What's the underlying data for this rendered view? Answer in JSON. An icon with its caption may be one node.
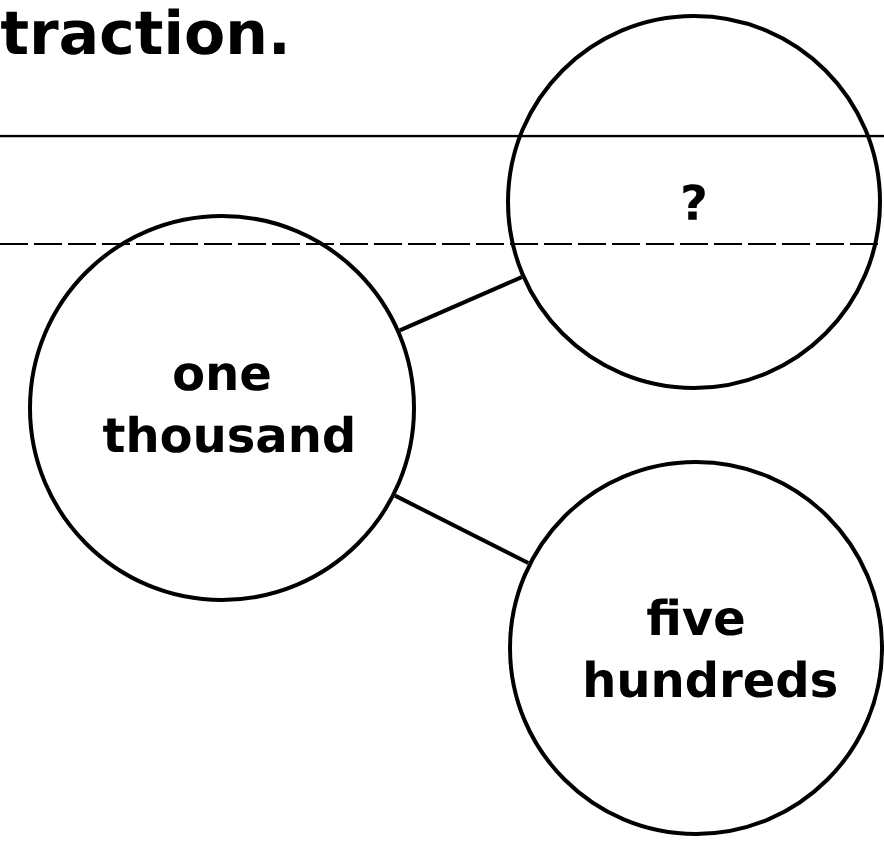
{
  "diagram": {
    "nodes": [
      {
        "text": [
          "one thousand"
        ]
      },
      {
        "text": [
          "?"
        ]
      },
      {
        "text": [
          "five hundreds"
        ]
      }
    ],
    "edges": [
      {
        "from": 0,
        "to": 1,
        "arrow": "none"
      },
      {
        "from": 0,
        "to": 2,
        "arrow": "none"
      }
    ],
    "labels": [
      "traction."
    ]
  }
}
